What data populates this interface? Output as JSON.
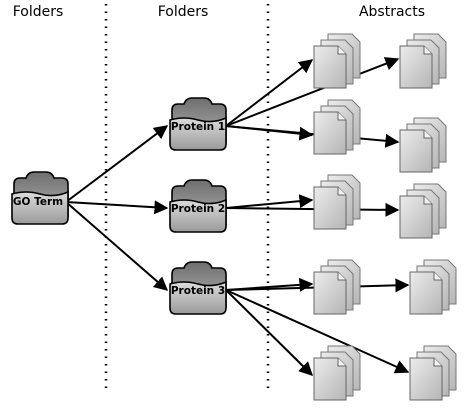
{
  "headers": {
    "col1": "Folders",
    "col2": "Folders",
    "col3": "Abstracts"
  },
  "nodes": {
    "go_term": "GO Term",
    "proteins": [
      "Protein 1",
      "Protein 2",
      "Protein 3"
    ]
  },
  "icons": {
    "folder": "folder-icon",
    "document": "document-stack-icon"
  },
  "colors": {
    "folder_fill": "#909090",
    "document_fill": "#cfcfcf",
    "line": "#000000"
  }
}
